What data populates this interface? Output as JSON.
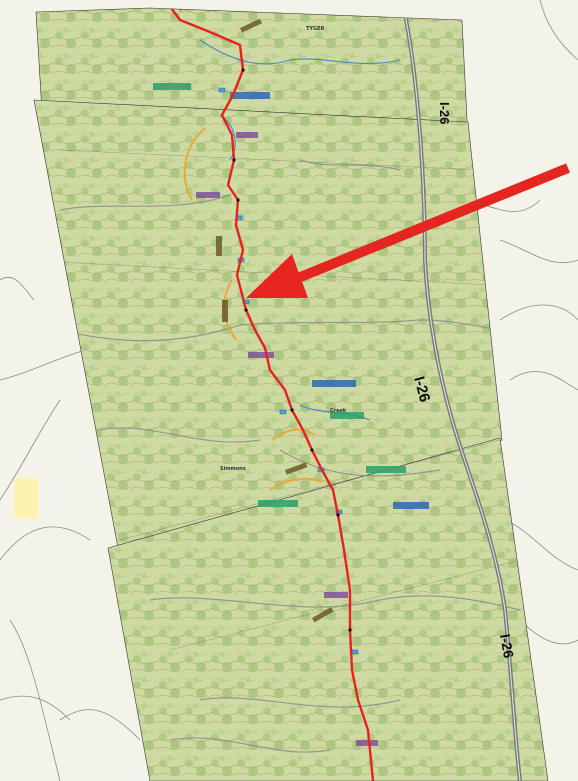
{
  "map": {
    "highway_labels": [
      "I-26",
      "I-26",
      "I-26"
    ],
    "place_labels": [
      "TYGER",
      "Creek",
      "Simmons"
    ],
    "colors": {
      "route": "#e8211f",
      "alt_route": "#e9a93a",
      "arrow": "#e62420",
      "sheet_land": "#cfdca6",
      "forest": "#a9c77e",
      "contour": "#b99a6a",
      "water": "#4a86c8",
      "road": "#888888",
      "background": "#f3f3ea"
    }
  }
}
